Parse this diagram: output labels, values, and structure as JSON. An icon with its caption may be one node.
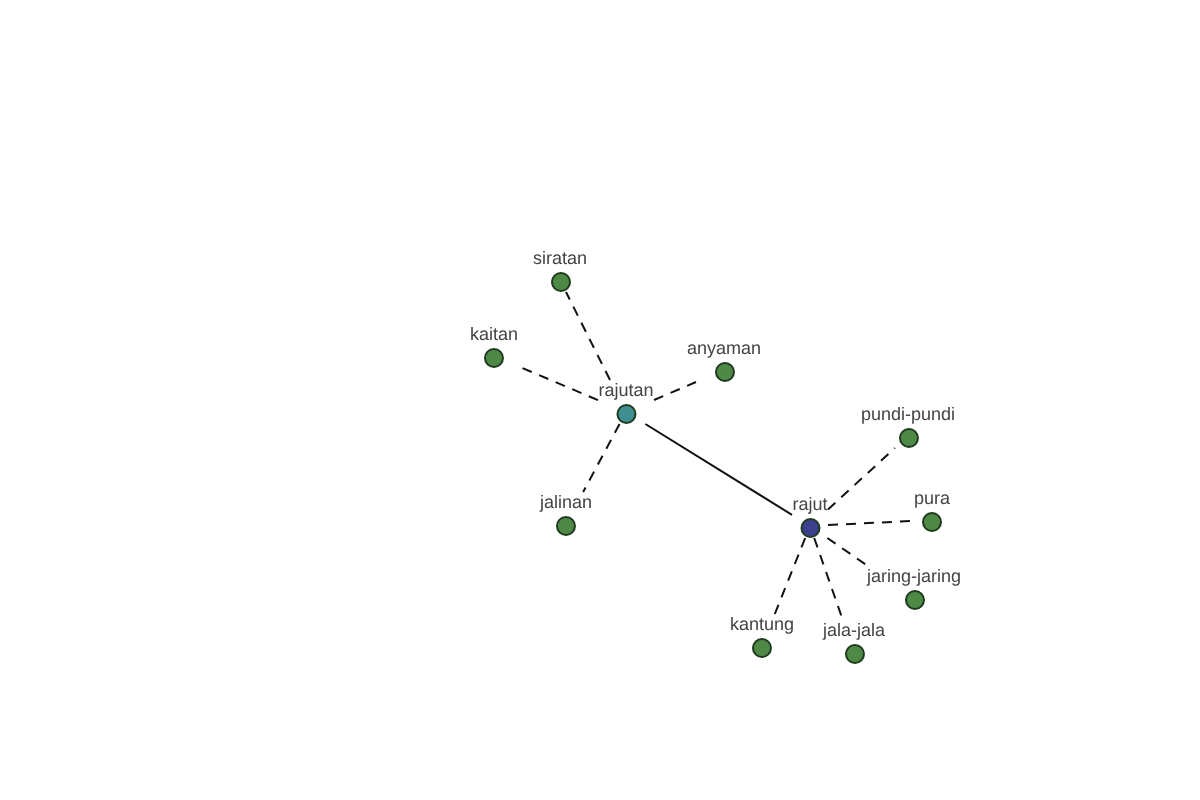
{
  "diagram": {
    "nodes": [
      {
        "text": [
          "rajutan"
        ]
      },
      {
        "text": [
          "rajut"
        ]
      },
      {
        "text": [
          "siratan"
        ]
      },
      {
        "text": [
          "kaitan"
        ]
      },
      {
        "text": [
          "anyaman"
        ]
      },
      {
        "text": [
          "jalinan"
        ]
      },
      {
        "text": [
          "pundi-pundi"
        ]
      },
      {
        "text": [
          "pura"
        ]
      },
      {
        "text": [
          "jaring-jaring"
        ]
      },
      {
        "text": [
          "kantung"
        ]
      },
      {
        "text": [
          "jala-jala"
        ]
      }
    ],
    "edges": [
      {
        "from": 0,
        "to": 1,
        "arrow": "none"
      },
      {
        "from": 0,
        "to": 2,
        "arrow": "none",
        "style": "dashed"
      },
      {
        "from": 0,
        "to": 3,
        "arrow": "none",
        "style": "dashed"
      },
      {
        "from": 0,
        "to": 4,
        "arrow": "none",
        "style": "dashed"
      },
      {
        "from": 0,
        "to": 5,
        "arrow": "none",
        "style": "dashed"
      },
      {
        "from": 1,
        "to": 6,
        "arrow": "none",
        "style": "dashed"
      },
      {
        "from": 1,
        "to": 7,
        "arrow": "none",
        "style": "dashed"
      },
      {
        "from": 1,
        "to": 8,
        "arrow": "none",
        "style": "dashed"
      },
      {
        "from": 1,
        "to": 9,
        "arrow": "none",
        "style": "dashed"
      },
      {
        "from": 1,
        "to": 10,
        "arrow": "none",
        "style": "dashed"
      }
    ]
  }
}
